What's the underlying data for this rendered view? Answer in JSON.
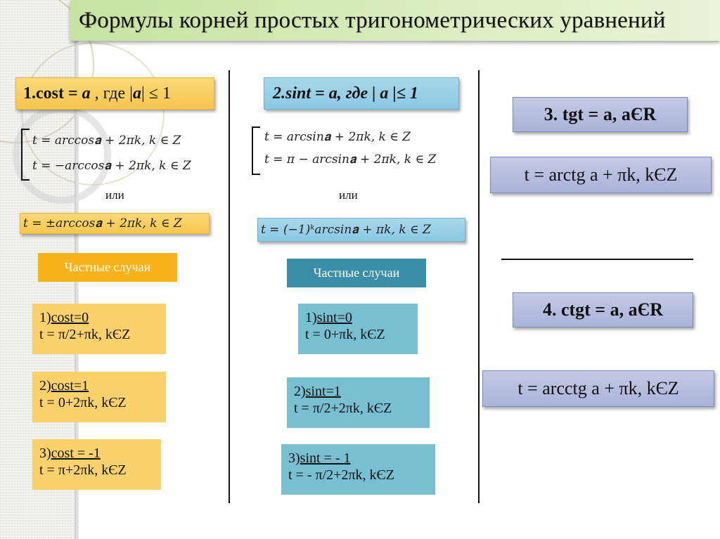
{
  "title": "Формулы корней простых тригонометрических уравнений",
  "columns": [
    {
      "id": "cos",
      "header": {
        "num": "1.cost = ",
        "var": "a",
        "rest": " ,  где |",
        "var2": "a",
        "rest2": "| ≤ 1"
      },
      "system": [
        "t = arccos𝐚 + 2πk, k ∈ Z",
        "t = −arccos𝐚 + 2πk, k ∈ Z"
      ],
      "or_label": "или",
      "combined": "t = ±arccos𝐚 + 2πk, k ∈ Z",
      "special_label": "Частные случаи",
      "cases": [
        {
          "prefix": "1)",
          "condition": "cost=0",
          "solution": "t = π/2+πk, kЄZ"
        },
        {
          "prefix": "2)",
          "condition": "cost=1",
          "solution": "t = 0+2πk, kЄZ"
        },
        {
          "prefix": "3)",
          "condition": "cost = -1",
          "solution": "t = π+2πk, kЄZ"
        }
      ]
    },
    {
      "id": "sin",
      "header": {
        "text": "2.sint = a,  где | a |≤ 1"
      },
      "system": [
        "t = arcsin𝐚 + 2πk, k ∈ Z",
        "t = π − arcsin𝐚 + 2πk, k ∈ Z"
      ],
      "or_label": "или",
      "combined": "t = (−1)ᵏarcsin𝐚 + πk, k ∈ Z",
      "special_label": "Частные случаи",
      "cases": [
        {
          "prefix": "1)",
          "condition": "sint=0",
          "solution": "t = 0+πk, kЄZ"
        },
        {
          "prefix": "2)",
          "condition": "sint=1",
          "solution": "t = π/2+2πk, kЄZ"
        },
        {
          "prefix": "3)",
          "condition": "sint = - 1",
          "solution": "t = - π/2+2πk, kЄZ"
        }
      ]
    },
    {
      "id": "tg-ctg",
      "tg_header": "3. tgt = a,  aЄR",
      "tg_solution": "t = arctg a + πk, kЄZ",
      "ctg_header": "4. ctgt = a,  aЄR",
      "ctg_solution": "t = arcctg a + πk, kЄZ"
    }
  ],
  "colors": {
    "title_bg": "#d3eab3",
    "yellow_box": "#fbd16d",
    "orange_tag": "#f8b31a",
    "blue_box": "#78bfd2",
    "teal_tag": "#3b8ea6",
    "purple_box": "#b3bbdd"
  }
}
